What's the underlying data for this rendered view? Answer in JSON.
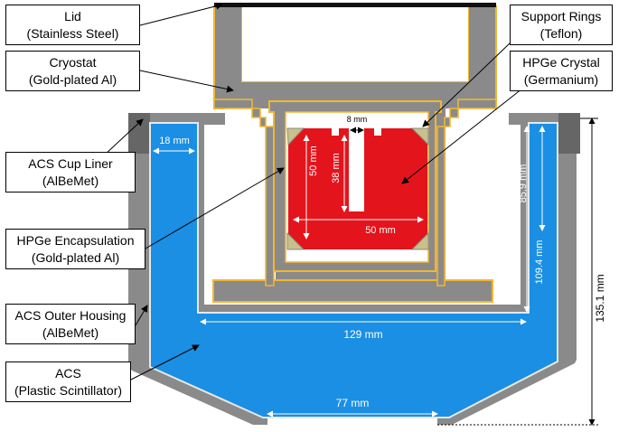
{
  "labels": {
    "lid": {
      "line1": "Lid",
      "line2": "(Stainless Steel)"
    },
    "cryostat": {
      "line1": "Cryostat",
      "line2": "(Gold-plated Al)"
    },
    "acs_cup_liner": {
      "line1": "ACS Cup Liner",
      "line2": "(AlBeMet)"
    },
    "hpge_encapsulation": {
      "line1": "HPGe Encapsulation",
      "line2": "(Gold-plated Al)"
    },
    "acs_outer_housing": {
      "line1": "ACS Outer Housing",
      "line2": "(AlBeMet)"
    },
    "acs": {
      "line1": "ACS",
      "line2": "(Plastic Scintillator)"
    },
    "support_rings": {
      "line1": "Support Rings",
      "line2": "(Teflon)"
    },
    "hpge_crystal": {
      "line1": "HPGe Crystal",
      "line2": "(Germanium)"
    }
  },
  "dimensions": {
    "crystal_gap": "8 mm",
    "crystal_height": "50 mm",
    "bore_depth": "38 mm",
    "crystal_width": "50 mm",
    "acs_wall": "18 mm",
    "acs_upper_height": "85.9 mm",
    "acs_inner_height": "109.4 mm",
    "acs_total_height": "135.1 mm",
    "acs_inner_width": "129 mm",
    "acs_bottom_width": "77 mm"
  },
  "colors": {
    "scintillator": "#1a8fe3",
    "germanium": "#e4141c",
    "gold": "#f2b731",
    "grey": "#8a8a8a",
    "teflon": "#c9c08a"
  }
}
